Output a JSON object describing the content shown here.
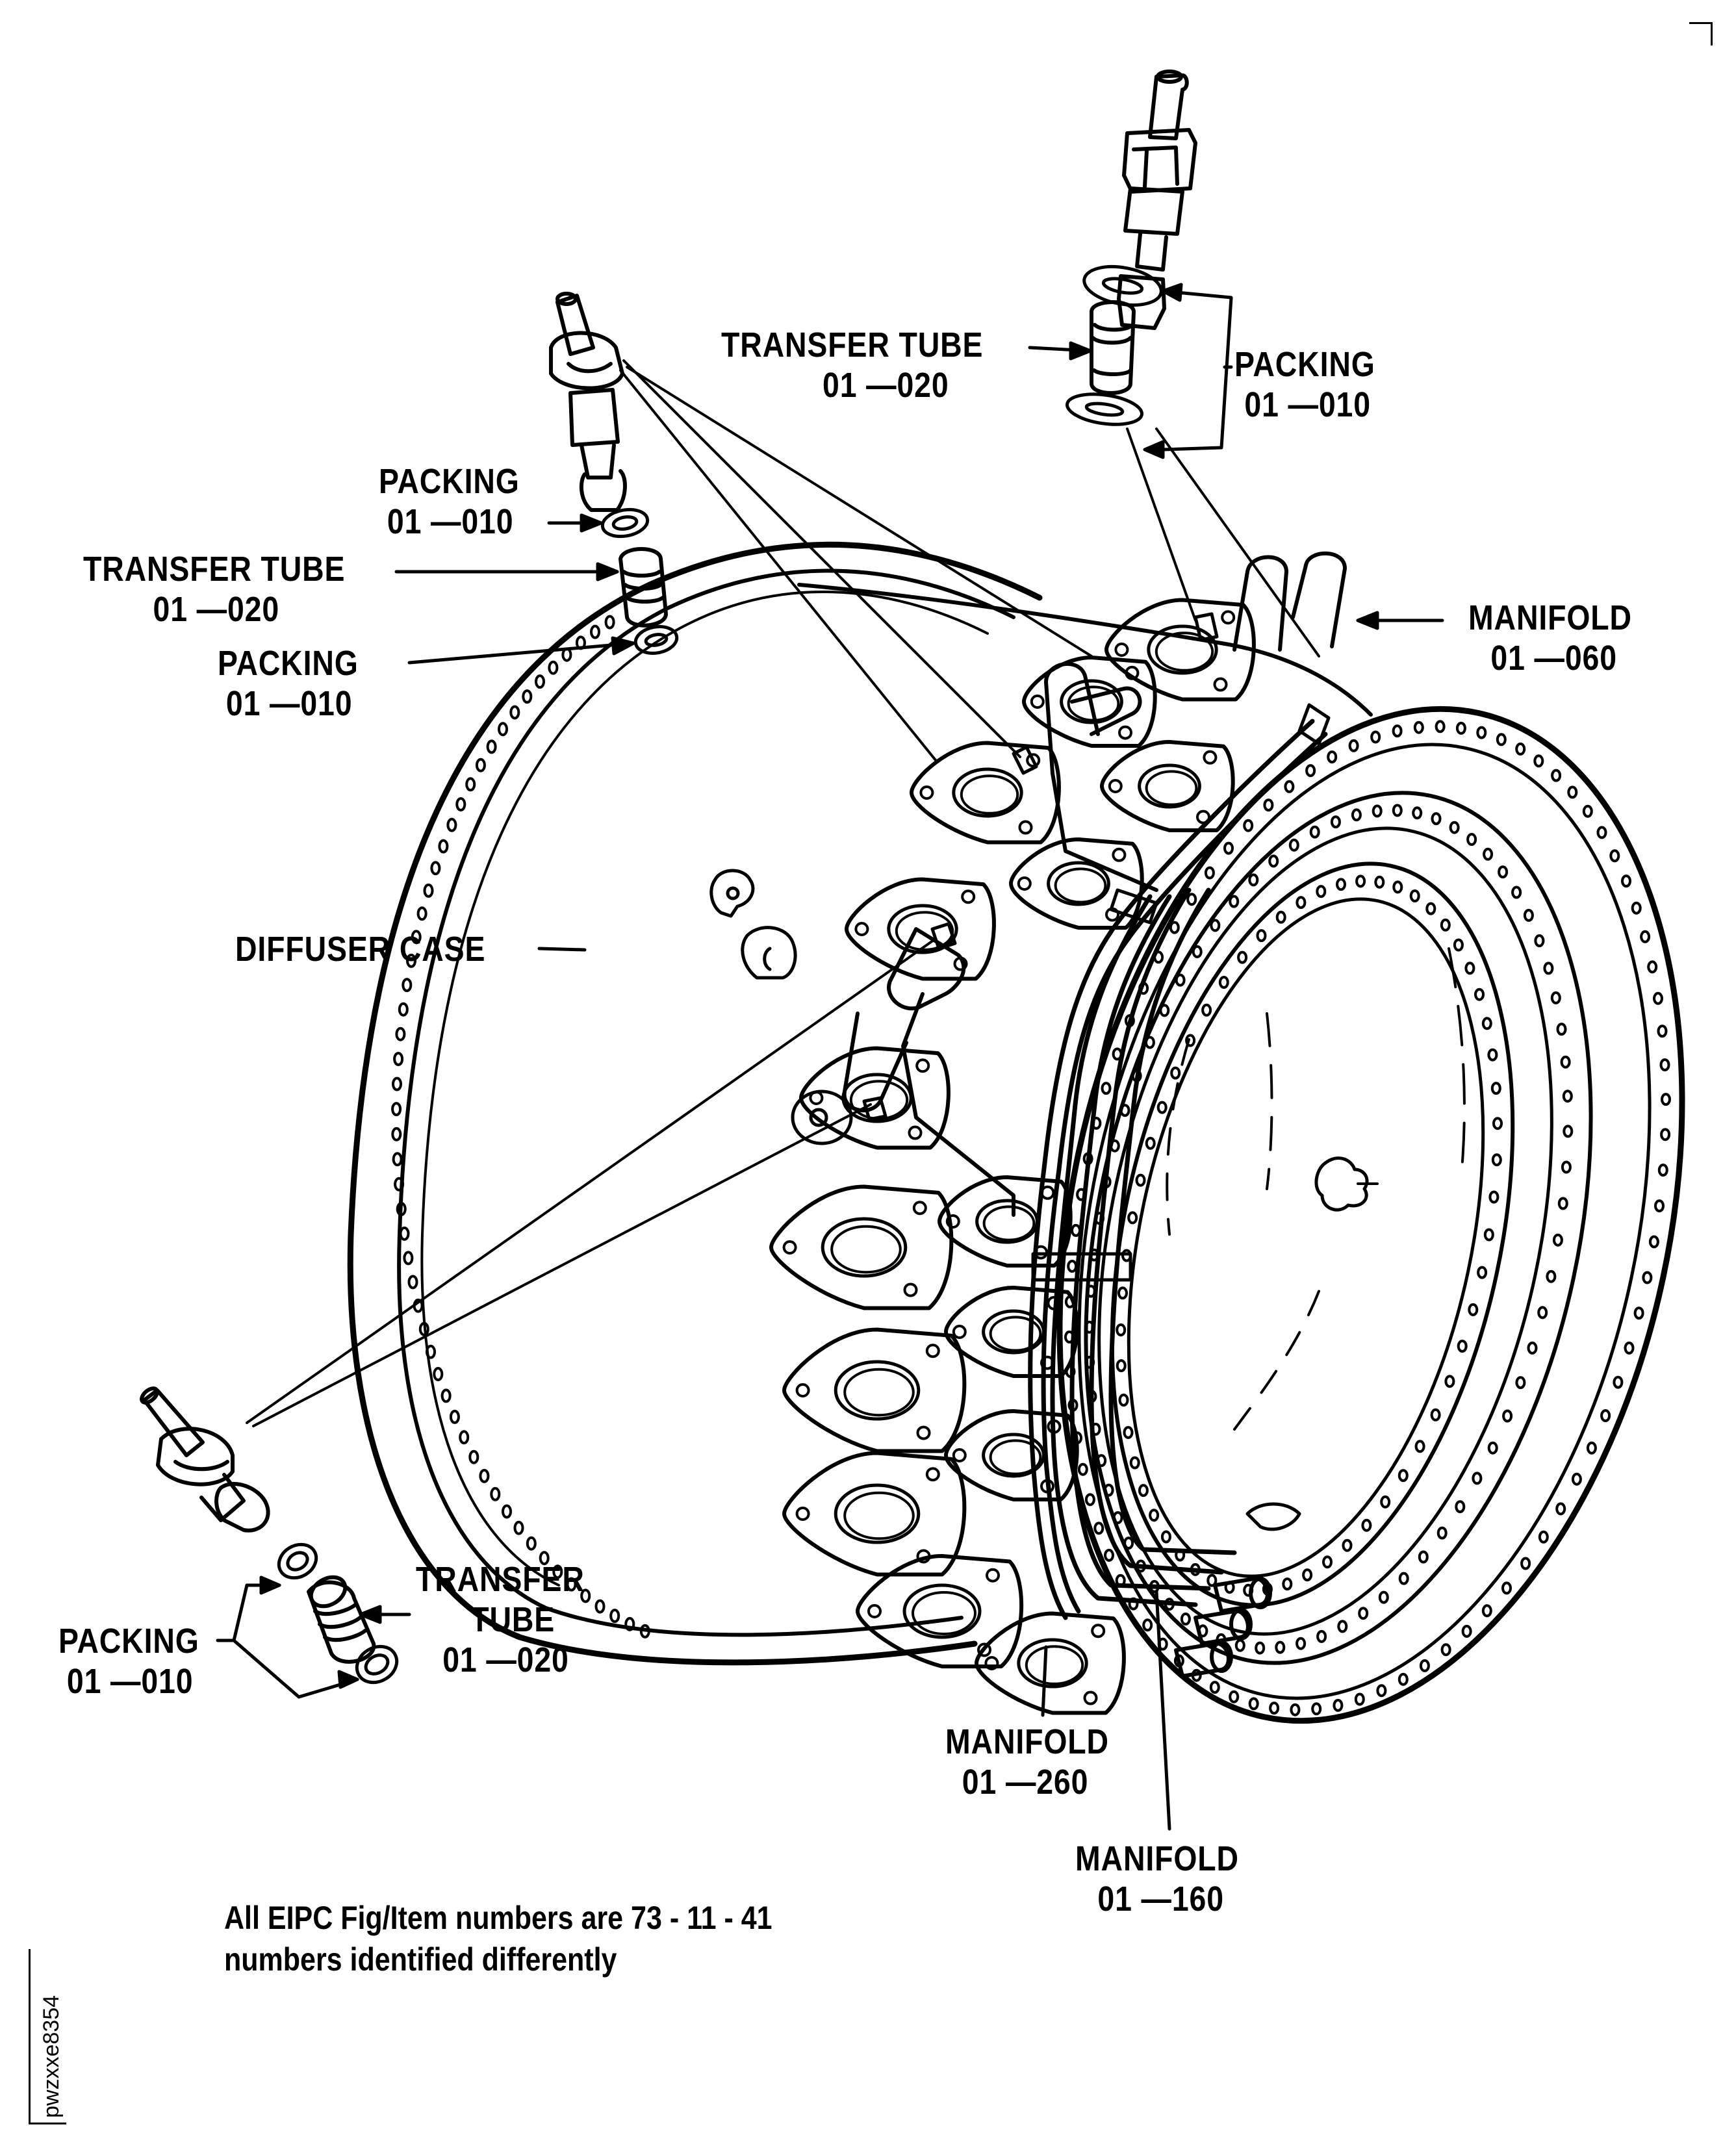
{
  "figure": {
    "title": "Diffuser case fuel manifold installation",
    "labels": {
      "top_transfer_tube": {
        "name": "TRANSFER TUBE",
        "item": "01 —020"
      },
      "top_packing": {
        "name": "PACKING",
        "item": "01 —010"
      },
      "left_packing_upper": {
        "name": "PACKING",
        "item": "01 —010"
      },
      "left_transfer_tube": {
        "name": "TRANSFER TUBE",
        "item": "01 —020"
      },
      "left_packing_lower": {
        "name": "PACKING",
        "item": "01 —010"
      },
      "manifold_060": {
        "name": "MANIFOLD",
        "item": "01 —060"
      },
      "diffuser_case": {
        "name": "DIFFUSER CASE"
      },
      "bottom_packing": {
        "name": "PACKING",
        "item": "01 —010"
      },
      "bottom_transfer_tube": {
        "name_line1": "TRANSFER",
        "name_line2": "TUBE",
        "item": "01 —020"
      },
      "manifold_260": {
        "name": "MANIFOLD",
        "item": "01 —260"
      },
      "manifold_160": {
        "name": "MANIFOLD",
        "item": "01 —160"
      }
    },
    "note": {
      "line1": "All EIPC Fig/Item numbers are 73 - 11 - 41",
      "line2": "numbers identified differently"
    },
    "figure_id": "pwzxxe8354",
    "colors": {
      "ink": "#000000",
      "paper": "#ffffff"
    }
  }
}
